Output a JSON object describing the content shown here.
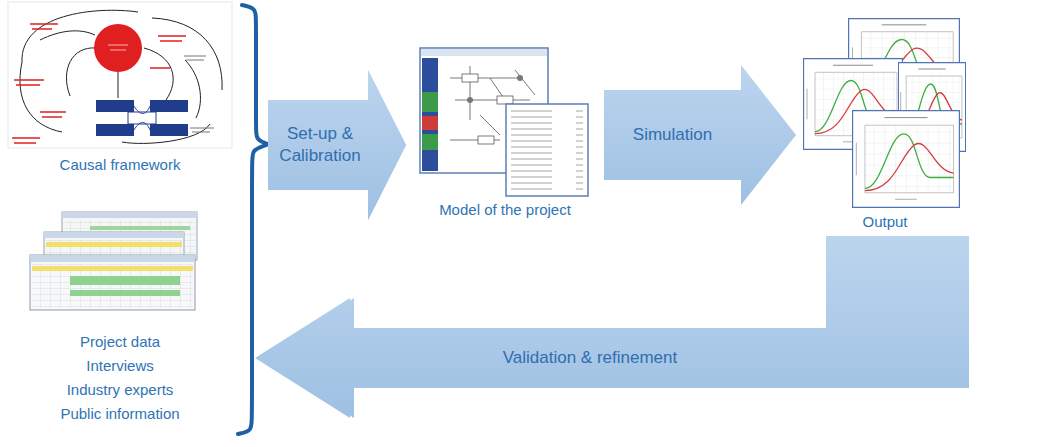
{
  "diagram": {
    "nodes": [
      {
        "text": [
          "Causal framework"
        ]
      },
      {
        "text": [
          "Project data Interviews Industry experts Public information"
        ]
      },
      {
        "text": [
          "Model of the project"
        ]
      },
      {
        "text": [
          "Output"
        ]
      }
    ],
    "edges": [
      {
        "from": 0,
        "to": 2,
        "arrow": "to",
        "label": "Set-up & Calibration"
      },
      {
        "from": 1,
        "to": 2,
        "arrow": "to"
      },
      {
        "from": 2,
        "to": 3,
        "arrow": "to",
        "label": "Simulation"
      },
      {
        "from": 3,
        "to": 0,
        "arrow": "to",
        "label": "Validation & refinement"
      },
      {
        "from": 3,
        "to": 1,
        "arrow": "to"
      }
    ]
  }
}
